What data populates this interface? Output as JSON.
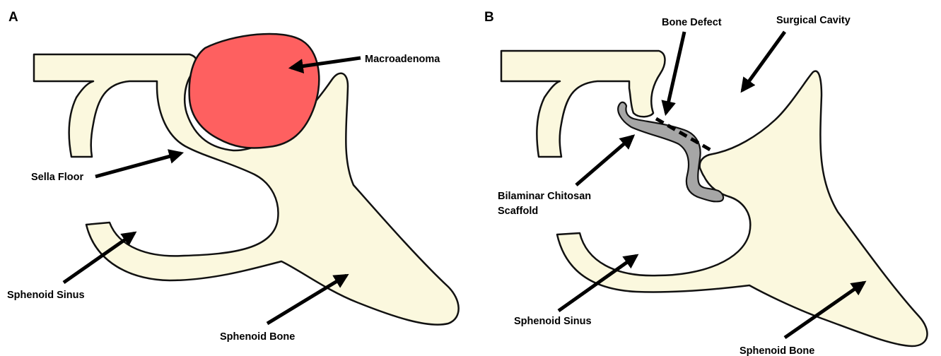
{
  "panels": {
    "a": {
      "letter": "A",
      "labels": {
        "macroadenoma": "Macroadenoma",
        "sella_floor": "Sella Floor",
        "sphenoid_sinus": "Sphenoid Sinus",
        "sphenoid_bone": "Sphenoid Bone"
      }
    },
    "b": {
      "letter": "B",
      "labels": {
        "bone_defect": "Bone Defect",
        "surgical_cavity": "Surgical Cavity",
        "scaffold_line1": "Bilaminar Chitosan",
        "scaffold_line2": "Scaffold",
        "sphenoid_sinus": "Sphenoid Sinus",
        "sphenoid_bone": "Sphenoid Bone"
      }
    }
  },
  "colors": {
    "bone_fill": "#fbf8de",
    "tumor_fill": "#fe6060",
    "scaffold_fill": "#a6a6a6",
    "outline": "#111111"
  }
}
